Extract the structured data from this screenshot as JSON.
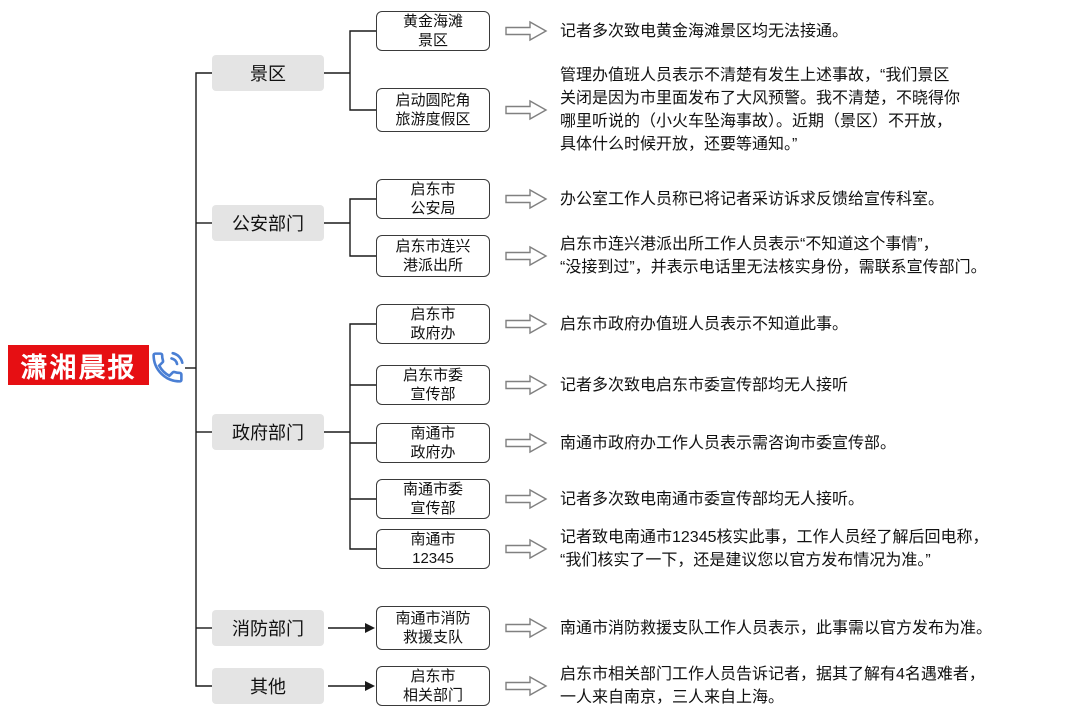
{
  "logo": {
    "text": "潇湘晨报"
  },
  "colors": {
    "logo_red": "#e60f13",
    "logo_text": "#ffffff",
    "phone_blue": "#4a7fd4",
    "category_bg": "#e4e4e4",
    "box_border": "#3a3a3a",
    "arrow_outline": "#808080",
    "line_color": "#1a1a1a",
    "text_color": "#111111"
  },
  "icons": {
    "phone": "phone-icon",
    "flow_arrow": "hollow-block-arrow-icon"
  },
  "sections": [
    {
      "label": "景区",
      "items": [
        {
          "box": "黄金海滩\n景区",
          "desc": "记者多次致电黄金海滩景区均无法接通。"
        },
        {
          "box": "启动圆陀角\n旅游度假区",
          "desc": "管理办值班人员表示不清楚有发生上述事故，“我们景区\n关闭是因为市里面发布了大风预警。我不清楚，不晓得你\n哪里听说的（小火车坠海事故）。近期（景区）不开放，\n具体什么时候开放，还要等通知。”"
        }
      ]
    },
    {
      "label": "公安部门",
      "items": [
        {
          "box": "启东市\n公安局",
          "desc": "办公室工作人员称已将记者采访诉求反馈给宣传科室。"
        },
        {
          "box": "启东市连兴\n港派出所",
          "desc": "启东市连兴港派出所工作人员表示“不知道这个事情”，\n“没接到过”，并表示电话里无法核实身份，需联系宣传部门。"
        }
      ]
    },
    {
      "label": "政府部门",
      "items": [
        {
          "box": "启东市\n政府办",
          "desc": "启东市政府办值班人员表示不知道此事。"
        },
        {
          "box": "启东市委\n宣传部",
          "desc": "记者多次致电启东市委宣传部均无人接听"
        },
        {
          "box": "南通市\n政府办",
          "desc": "南通市政府办工作人员表示需咨询市委宣传部。"
        },
        {
          "box": "南通市委\n宣传部",
          "desc": "记者多次致电南通市委宣传部均无人接听。"
        },
        {
          "box": "南通市\n12345",
          "desc": "记者致电南通市12345核实此事，工作人员经了解后回电称，\n“我们核实了一下，还是建议您以官方发布情况为准。”"
        }
      ]
    },
    {
      "label": "消防部门",
      "items": [
        {
          "box": "南通市消防\n救援支队",
          "desc": "南通市消防救援支队工作人员表示，此事需以官方发布为准。"
        }
      ]
    },
    {
      "label": "其他",
      "items": [
        {
          "box": "启东市\n相关部门",
          "desc": "启东市相关部门工作人员告诉记者，据其了解有4名遇难者，\n一人来自南京，三人来自上海。"
        }
      ]
    }
  ]
}
